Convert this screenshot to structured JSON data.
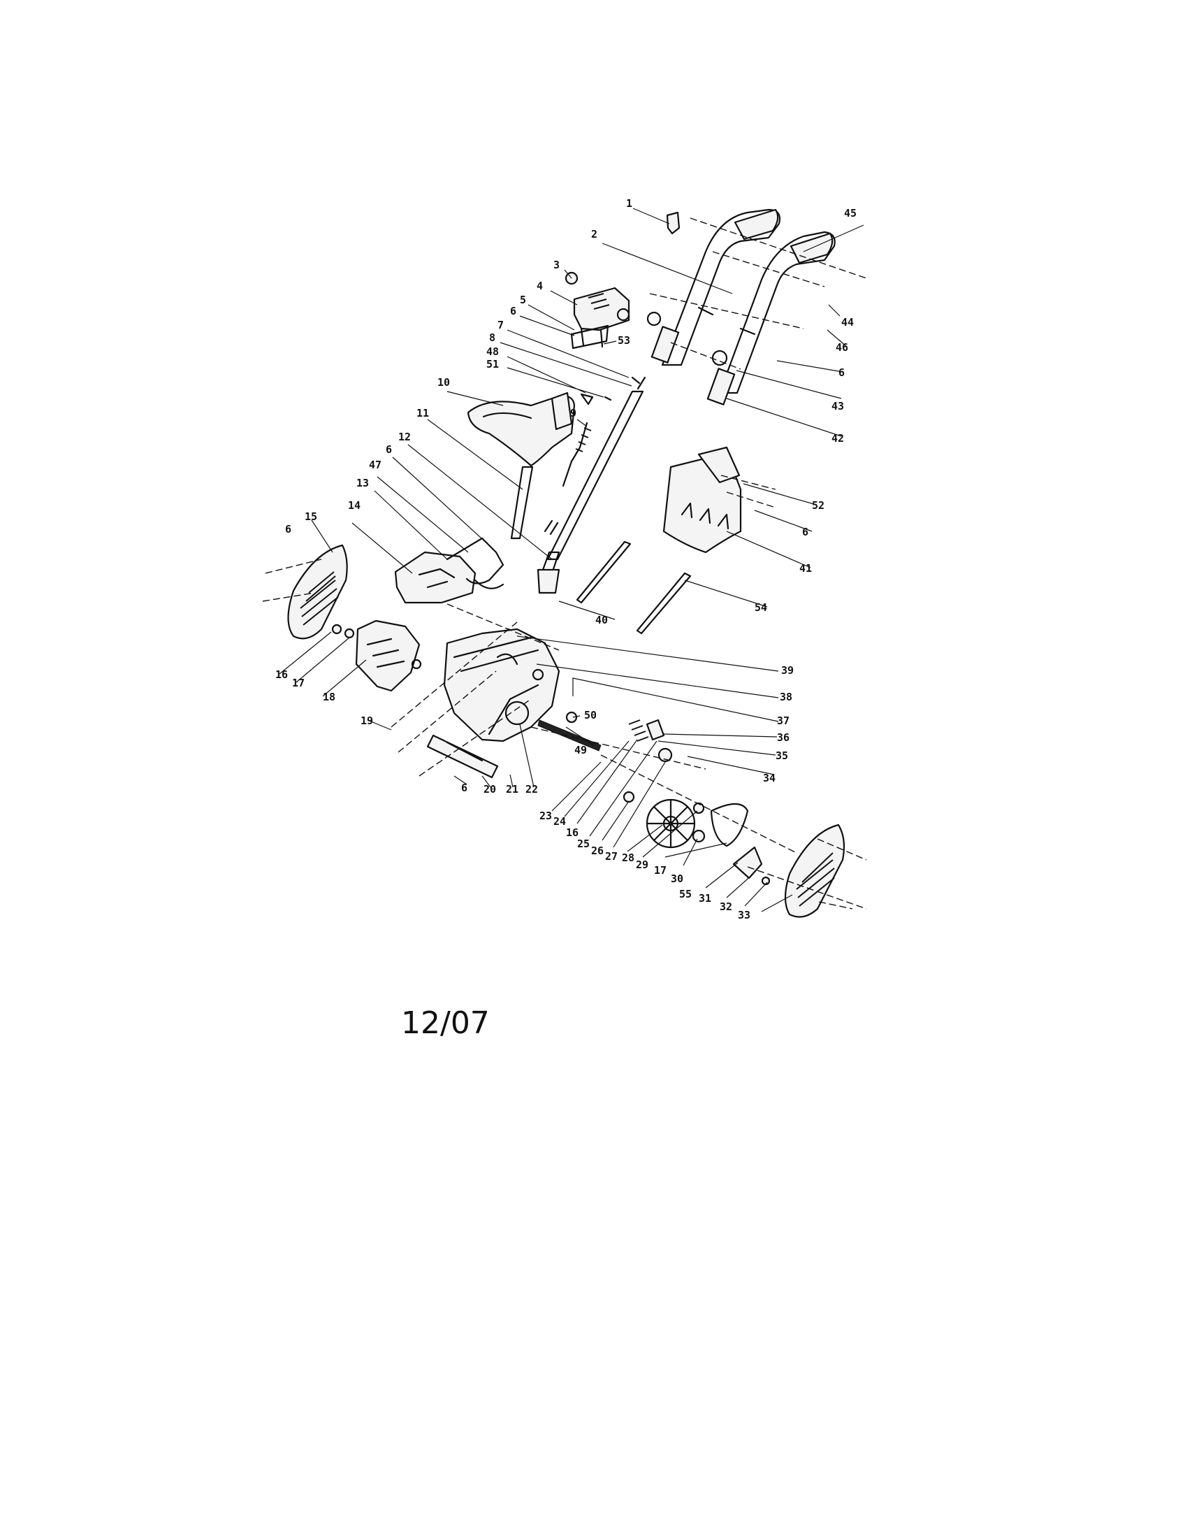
{
  "footer": {
    "date_code": "12/07"
  },
  "callouts": [
    "1",
    "2",
    "3",
    "4",
    "5",
    "6",
    "53",
    "7",
    "8",
    "48",
    "51",
    "45",
    "44",
    "46",
    "6",
    "43",
    "42",
    "10",
    "9",
    "11",
    "12",
    "6",
    "47",
    "13",
    "14",
    "52",
    "6",
    "41",
    "15",
    "6",
    "54",
    "40",
    "16",
    "17",
    "18",
    "39",
    "38",
    "37",
    "50",
    "36",
    "35",
    "19",
    "49",
    "34",
    "6",
    "20",
    "21",
    "22",
    "23",
    "24",
    "16",
    "25",
    "26",
    "27",
    "28",
    "29",
    "17",
    "30",
    "55",
    "31",
    "32",
    "33"
  ]
}
